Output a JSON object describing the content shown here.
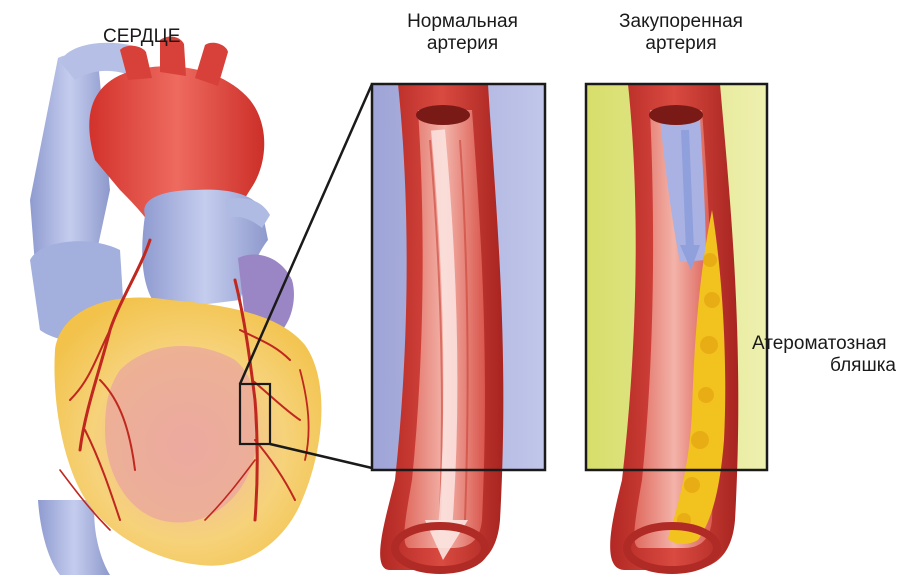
{
  "labels": {
    "heart": "СЕРДЦЕ",
    "normal_artery": [
      "Нормальная",
      "артерия"
    ],
    "blocked_artery": [
      "Закупоренная",
      "артерия"
    ],
    "plaque": [
      "Атероматозная",
      "бляшка"
    ]
  },
  "colors": {
    "normal_panel_bg": "#aab0db",
    "blocked_panel_bg": "#dfe388",
    "artery_wall": "#c8302e",
    "artery_lumen": "#e47368",
    "plaque": "#f2cc2a",
    "fat": "#f6d873",
    "vein": "#a7b3de",
    "aorta": "#e0433c"
  }
}
